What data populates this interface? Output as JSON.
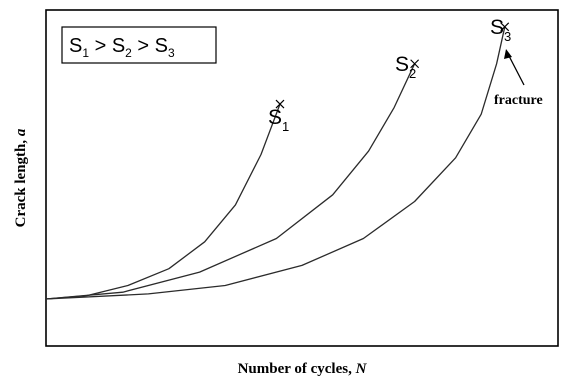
{
  "chart_data": {
    "type": "line",
    "title": "",
    "xlabel": "Number of cycles, ",
    "xlabel_var": "N",
    "ylabel": "Crack length, ",
    "ylabel_var": "a",
    "xlim": [
      0,
      100
    ],
    "ylim": [
      0,
      100
    ],
    "grid": false,
    "legend_position": "top-left",
    "legend_text": {
      "s1": "S",
      "s1_sub": "1",
      "gt1": " > ",
      "s2": "S",
      "s2_sub": "2",
      "gt2": " > ",
      "s3": "S",
      "s3_sub": "3"
    },
    "annotations": {
      "fracture_label": "fracture"
    },
    "series": [
      {
        "name": "S1",
        "label": "S",
        "label_sub": "1",
        "x": [
          0,
          8,
          16,
          24,
          31,
          37,
          42,
          45.7
        ],
        "y": [
          14,
          15,
          18,
          23,
          31,
          42,
          57,
          72
        ]
      },
      {
        "name": "S2",
        "label": "S",
        "label_sub": "2",
        "x": [
          0,
          15,
          30,
          45,
          56,
          63,
          68,
          72
        ],
        "y": [
          14,
          16,
          22,
          32,
          45,
          58,
          71,
          84
        ]
      },
      {
        "name": "S3",
        "label": "S",
        "label_sub": "3",
        "x": [
          0,
          20,
          35,
          50,
          62,
          72,
          80,
          85,
          88,
          89.6
        ],
        "y": [
          14,
          15.5,
          18,
          24,
          32,
          43,
          56,
          69,
          84,
          95
        ]
      }
    ],
    "colors": {
      "line": "#2b2b2b",
      "axis": "#000000",
      "text": "#000000"
    }
  }
}
